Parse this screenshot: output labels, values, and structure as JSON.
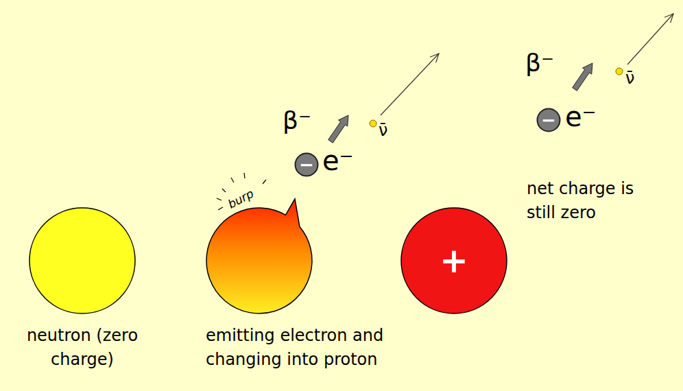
{
  "diagram": {
    "nodes": [
      {
        "text": [
          "neutron (zero charge)"
        ]
      },
      {
        "text": [
          "emitting electron and changing into proton"
        ]
      },
      {
        "text": [
          "+"
        ]
      },
      {
        "text": [
          "−"
        ]
      },
      {
        "text": [
          "−"
        ]
      }
    ],
    "labels": [
      "burp",
      "β⁻",
      "e⁻",
      "ν̄",
      "β⁻",
      "e⁻",
      "ν̄",
      "net charge is still zero"
    ]
  }
}
